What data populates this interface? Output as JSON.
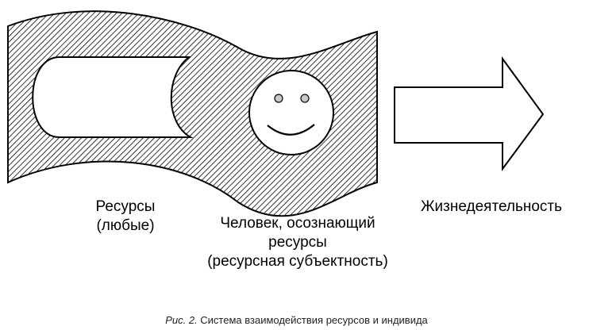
{
  "labels": {
    "resources_line1": "Ресурсы",
    "resources_line2": "(любые)",
    "person_line1": "Человек, осознающий",
    "person_line2": "ресурсы",
    "person_line3": "(ресурсная субъектность)",
    "activity": "Жизнедеятельность"
  },
  "caption": {
    "prefix": "Рис. 2.",
    "text": " Система взаимодействия ресурсов и индивида"
  },
  "icons": {
    "person": "smiley-face-icon",
    "flow": "right-arrow-icon"
  },
  "colors": {
    "stroke": "#000000",
    "fill": "#ffffff",
    "eye": "#c8c8c8"
  }
}
